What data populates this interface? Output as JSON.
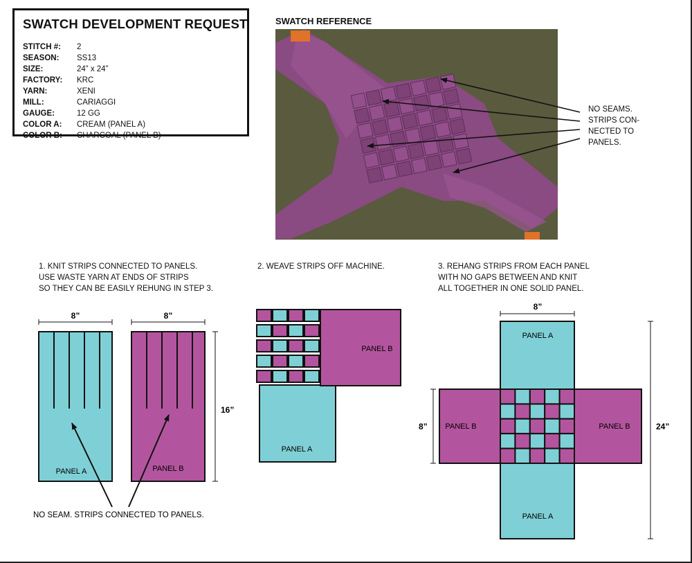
{
  "spec_sheet": {
    "title": "SWATCH DEVELOPMENT REQUEST",
    "rows": [
      {
        "label": "STITCH #:",
        "value": "2"
      },
      {
        "label": "SEASON:",
        "value": "SS13"
      },
      {
        "label": "SIZE:",
        "value": "24” x 24”"
      },
      {
        "label": "FACTORY:",
        "value": "KRC"
      },
      {
        "label": "YARN:",
        "value": "XENI"
      },
      {
        "label": "MILL:",
        "value": "CARIAGGI"
      },
      {
        "label": "GAUGE:",
        "value": "12 GG"
      },
      {
        "label": "COLOR A:",
        "value": "CREAM (PANEL A)"
      },
      {
        "label": "COLOR B:",
        "value": "CHARCOAL (PANEL B)"
      }
    ]
  },
  "swatch_reference": {
    "title": "SWATCH REFERENCE",
    "callout": "NO SEAMS.\nSTRIPS CON-\nNECTED TO\nPANELS."
  },
  "steps": {
    "step1": "1. KNIT STRIPS CONNECTED TO PANELS.\nUSE WASTE YARN AT ENDS OF STRIPS\nSO THEY CAN BE EASILY REHUNG IN STEP 3.",
    "step2": "2. WEAVE STRIPS OFF MACHINE.",
    "step3": "3. REHANG STRIPS FROM EACH PANEL\nWITH NO GAPS BETWEEN AND KNIT\nALL TOGETHER IN ONE SOLID PANEL."
  },
  "diagram1": {
    "width_a": "8”",
    "width_b": "8”",
    "height": "16”",
    "panel_a": "PANEL A",
    "panel_b": "PANEL B",
    "note": "NO SEAM. STRIPS CONNECTED TO PANELS."
  },
  "diagram2": {
    "panel_a": "PANEL A",
    "panel_b": "PANEL B"
  },
  "diagram3": {
    "width": "8”",
    "side_height": "8”",
    "total_height": "24”",
    "panel_a_top": "PANEL A",
    "panel_a_bottom": "PANEL A",
    "panel_b_left": "PANEL B",
    "panel_b_right": "PANEL B"
  },
  "colors": {
    "panel_a": "#7fd0d6",
    "panel_b": "#b3559e",
    "fabric_photo": "#8a4a82",
    "photo_background": "#5a5a3e"
  }
}
